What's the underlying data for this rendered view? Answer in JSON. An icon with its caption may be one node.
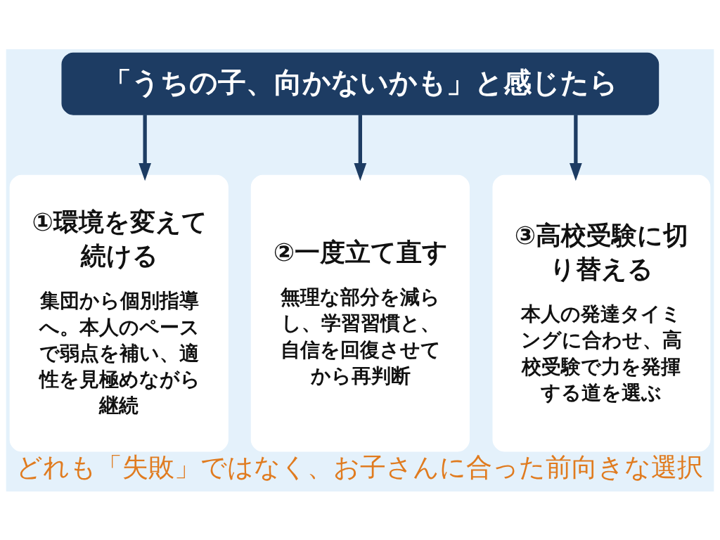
{
  "diagram": {
    "caption": "どれも「失敗」ではなく、お子さんに合った前向きな選択",
    "nodes": [
      {
        "text": [
          "「うちの子、向かないかも」と感じたら"
        ]
      },
      {
        "text": [
          "①環境を変えて続ける",
          "集団から個別指導へ。本人のペースで弱点を補い、適性を見極めながら継続"
        ]
      },
      {
        "text": [
          "②一度立て直す",
          "無理な部分を減らし、学習習慣と、自信を回復させてから再判断"
        ]
      },
      {
        "text": [
          "③高校受験に切り替える",
          "本人の発達タイミングに合わせ、高校受験で力を発揮する道を選ぶ"
        ]
      }
    ],
    "edges": [
      {
        "from": 0,
        "to": 1,
        "arrow": "to"
      },
      {
        "from": 0,
        "to": 2,
        "arrow": "to"
      },
      {
        "from": 0,
        "to": 3,
        "arrow": "to"
      }
    ]
  }
}
